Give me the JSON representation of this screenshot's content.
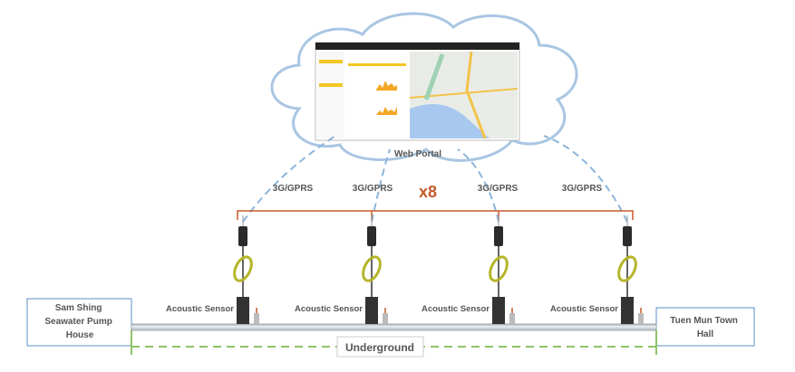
{
  "cloud_label": "Web Portal",
  "link_label": "3G/GPRS",
  "links": [
    "3G/GPRS",
    "3G/GPRS",
    "3G/GPRS",
    "3G/GPRS"
  ],
  "multiplier": "x8",
  "sensor_label": "Acoustic Sensor",
  "sensors": [
    "Acoustic Sensor",
    "Acoustic Sensor",
    "Acoustic Sensor",
    "Acoustic Sensor"
  ],
  "left_endpoint": [
    "Sam Shing",
    "Seawater Pump",
    "House"
  ],
  "right_endpoint": [
    "Tuen Mun Town",
    "Hall"
  ],
  "underground_label": "Underground",
  "colors": {
    "cloud_stroke": "#a9c6e3",
    "link_dash": "#8db5dc",
    "bus": "#c55a2a",
    "underground": "#8fc36a",
    "box_border": "#5b8fc7",
    "text": "#555555"
  }
}
